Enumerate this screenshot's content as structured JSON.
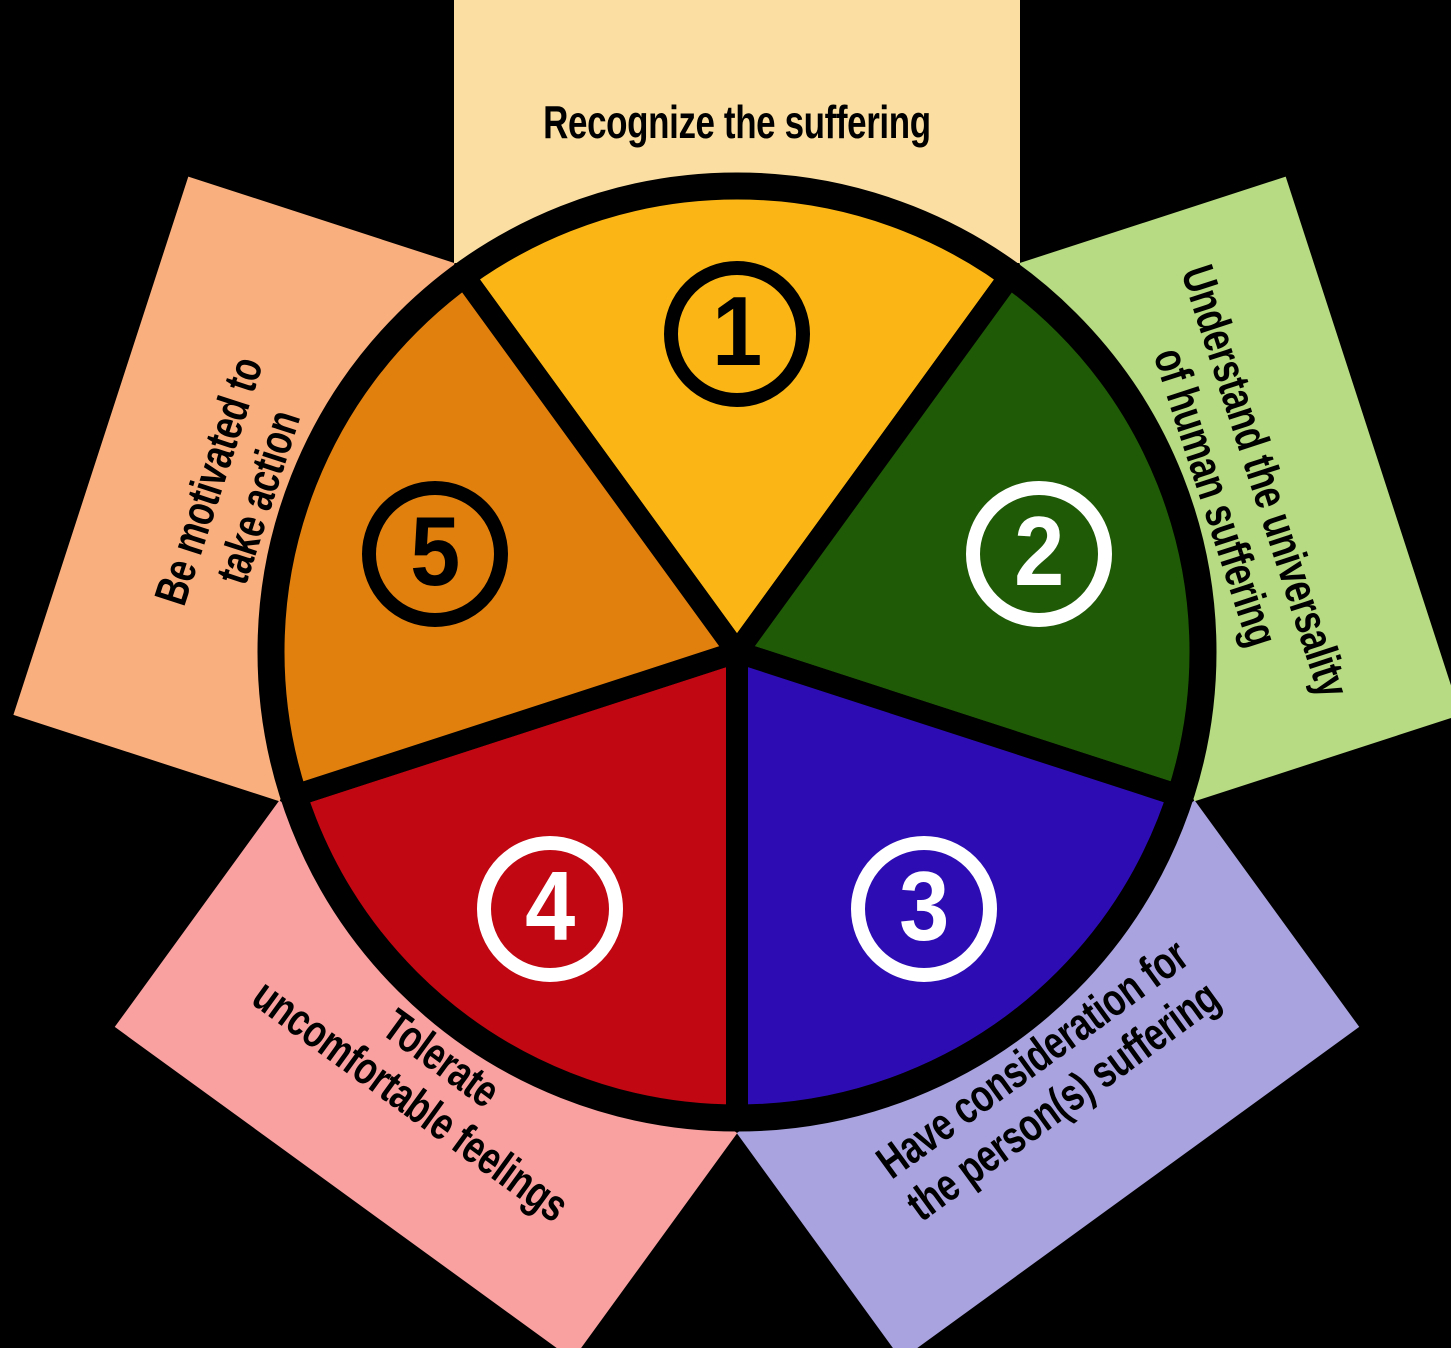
{
  "background_color": "#000000",
  "diagram": {
    "name": "five-steps-of-compassion-wheel",
    "outline_color": "#000000",
    "steps": [
      {
        "number": "1",
        "lines": [
          "Recognize the suffering"
        ],
        "wedge_color": "#FBB615",
        "petal_color": "#FBDFA2",
        "number_color": "#000000"
      },
      {
        "number": "2",
        "lines": [
          "Understand the universality",
          "of human suffering"
        ],
        "wedge_color": "#1F5B07",
        "petal_color": "#B6DB82",
        "number_color": "#FFFFFF"
      },
      {
        "number": "3",
        "lines": [
          "Have consideration for",
          "the person(s) suffering"
        ],
        "wedge_color": "#2D0DB3",
        "petal_color": "#A9A3DF",
        "number_color": "#FFFFFF"
      },
      {
        "number": "4",
        "lines": [
          "Tolerate",
          "uncomfortable feelings"
        ],
        "wedge_color": "#C00712",
        "petal_color": "#F9A1A1",
        "number_color": "#FFFFFF"
      },
      {
        "number": "5",
        "lines": [
          "Be motivated to",
          "take action"
        ],
        "wedge_color": "#E2800E",
        "petal_color": "#FAAF7E",
        "number_color": "#000000"
      }
    ]
  }
}
